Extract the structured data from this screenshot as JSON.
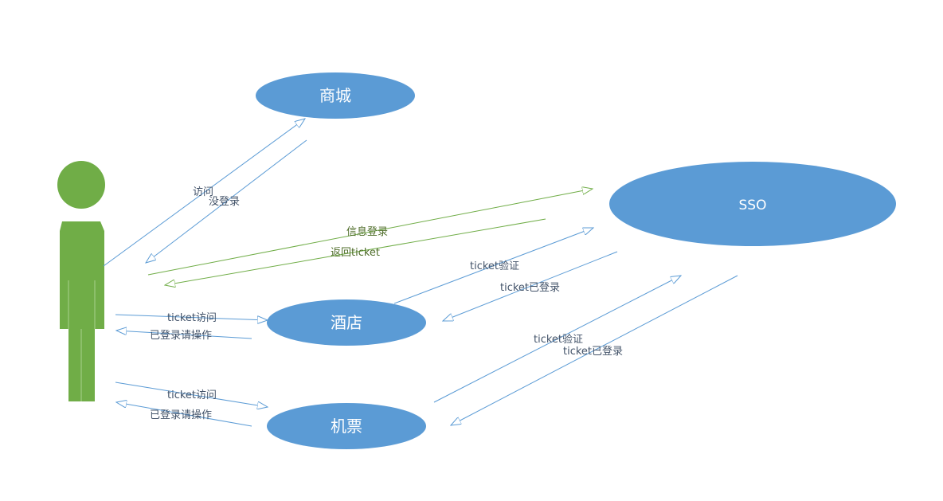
{
  "colors": {
    "node_fill": "#5b9bd5",
    "actor_fill": "#70ad47",
    "blue_line": "#5b9bd5",
    "green_line": "#70ad47",
    "blue_text": "#44546a",
    "green_text": "#4f6d2a",
    "background": "#ffffff"
  },
  "nodes": {
    "mall": "商城",
    "sso": "SSO",
    "hotel": "酒店",
    "ticket": "机票"
  },
  "edges": {
    "visit": "访问",
    "not_logged_in": "没登录",
    "info_login": "信息登录",
    "return_ticket": "返回ticket",
    "hotel_ticket_verify": "ticket验证",
    "hotel_ticket_logged_in": "ticket已登录",
    "hotel_ticket_visit": "ticket访问",
    "hotel_logged_in_please_operate": "已登录请操作",
    "flight_ticket_verify": "ticket验证",
    "flight_ticket_logged_in": "ticket已登录",
    "flight_ticket_visit": "ticket访问",
    "flight_logged_in_please_operate": "已登录请操作"
  }
}
